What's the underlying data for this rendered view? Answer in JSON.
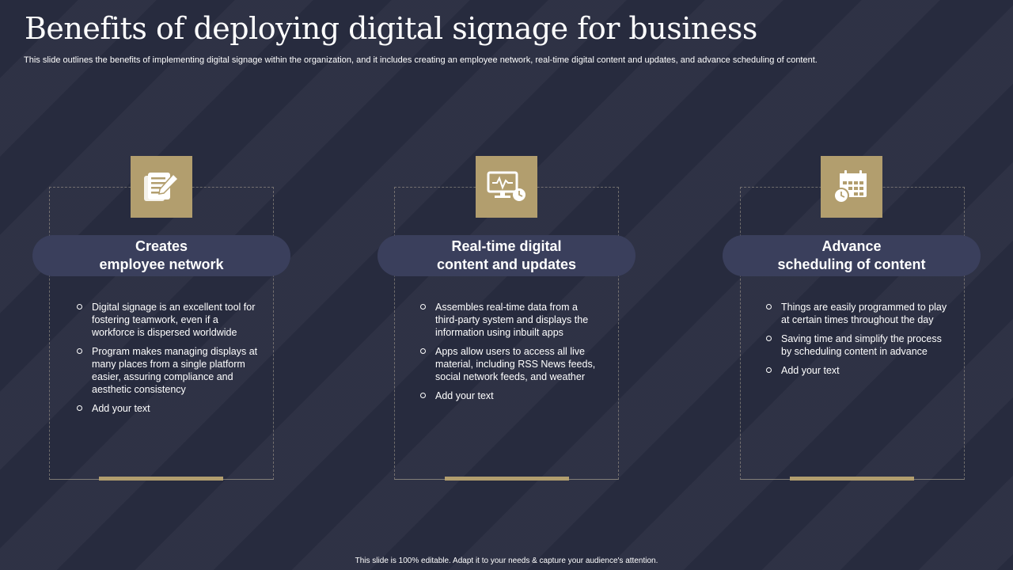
{
  "slide": {
    "title": "Benefits of deploying digital signage for business",
    "subtitle": "This slide outlines the benefits of implementing digital signage within the organization, and it includes creating an employee network, real-time digital content and updates, and advance scheduling of content.",
    "footer": "This slide is 100% editable. Adapt it to your needs & capture your audience's attention."
  },
  "colors": {
    "background": "#272b3e",
    "accent_gold": "#b29e6e",
    "pill": "#3a3f5c"
  },
  "cards": [
    {
      "icon": "notepad-pen-icon",
      "heading_line1": "Creates",
      "heading_line2": "employee network",
      "bullets": [
        "Digital signage is an excellent tool for fostering teamwork, even if a workforce is dispersed worldwide",
        "Program makes managing displays at many places from a single platform easier, assuring compliance and aesthetic consistency",
        "Add your text"
      ]
    },
    {
      "icon": "monitor-clock-icon",
      "heading_line1": "Real-time digital",
      "heading_line2": "content and updates",
      "bullets": [
        "Assembles real-time data from a third-party system and displays the information using inbuilt apps",
        "Apps allow users to access all live material, including RSS News feeds, social network feeds, and weather",
        "Add your text"
      ]
    },
    {
      "icon": "calendar-clock-icon",
      "heading_line1": "Advance",
      "heading_line2": "scheduling of content",
      "bullets": [
        "Things are easily programmed to play at certain times throughout the day",
        "Saving time and simplify the process by scheduling content in advance",
        "Add your text"
      ]
    }
  ]
}
